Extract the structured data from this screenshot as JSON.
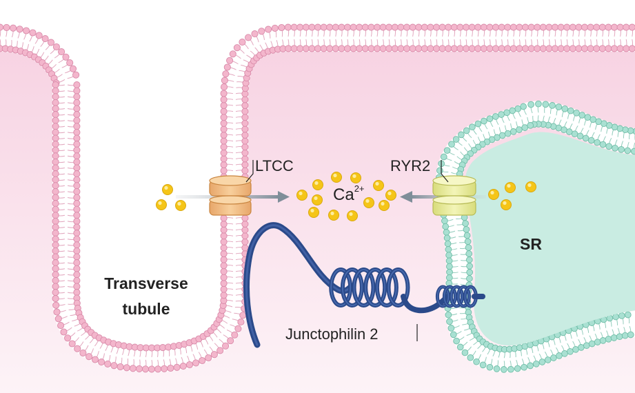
{
  "labels": {
    "ltcc": "LTCC",
    "ryr2": "RYR2",
    "ca": "Ca",
    "ca_charge": "2+",
    "sr": "SR",
    "tubule_line1": "Transverse",
    "tubule_line2": "tubule",
    "junctophilin": "Junctophilin 2"
  },
  "colors": {
    "cytosol_top": "#f7d2e2",
    "cytosol_bottom": "#fdf3f7",
    "sarcolemma_head": "#f3b6cc",
    "sarcolemma_head_stroke": "#d98aa9",
    "sr_lumen": "#c9ece2",
    "sr_head": "#a9e0d2",
    "sr_head_stroke": "#6fbca6",
    "ltcc": "#f6c08a",
    "ryr2": "#ecef9c",
    "calcium": "#f5c518",
    "junctophilin": "#2b4a8a",
    "arrow": "#8c9aa5"
  }
}
